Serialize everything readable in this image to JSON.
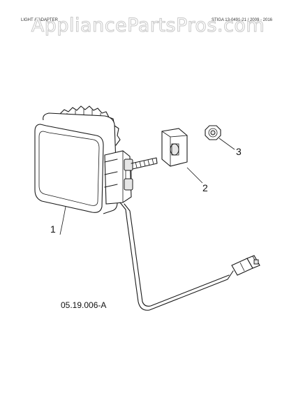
{
  "header": {
    "left_text": "LIGHT & ADAPTER",
    "right_text": "STIGA 13-0491-21 / 2009 - 2016"
  },
  "watermark": "AppliancePartsPros.com",
  "callouts": {
    "part1": "1",
    "part2": "2",
    "part3": "3"
  },
  "diagram_code": "05.19.006-A"
}
